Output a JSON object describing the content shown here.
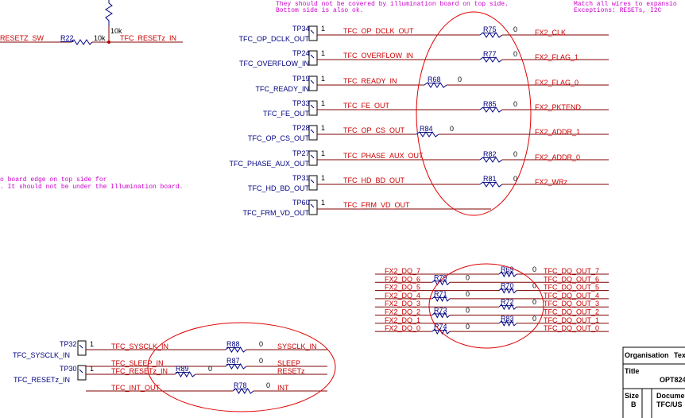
{
  "notes": {
    "top_center": [
      "They should not be covered by illumination board on top side.",
      "Bottom side is also ok."
    ],
    "top_right": [
      "Match all wires to expansio",
      "Exceptions: RESETs, I2C"
    ],
    "left_mid": [
      "o board edge on top side for",
      ". It should not be under the Illumination  board."
    ]
  },
  "reset_sw": {
    "net_left": "RESETZ_SW",
    "ref": "R22",
    "value": "10k",
    "pullup_value": "10k",
    "net_right": "TFC_RESETz_IN"
  },
  "main_block": [
    {
      "tp": "TP34",
      "pin": "1",
      "label": "TFC_OP_DCLK_OUT",
      "net": "TFC_OP_DCLK_OUT",
      "ref": "R75",
      "value": "0",
      "out": "FX2_CLK"
    },
    {
      "tp": "TP24",
      "pin": "1",
      "label": "TFC_OVERFLOW_IN",
      "net": "TFC_OVERFLOW_IN",
      "ref": "R77",
      "value": "0",
      "out": "FX2_FLAG_1"
    },
    {
      "tp": "TP19",
      "pin": "1",
      "label": "TFC_READY_IN",
      "net": "TFC_READY_IN",
      "ref": "R68",
      "value": "0",
      "out": "FX2_FLAG_0"
    },
    {
      "tp": "TP33",
      "pin": "1",
      "label": "TFC_FE_OUT",
      "net": "TFC_FE_OUT",
      "ref": "R85",
      "value": "0",
      "out": "FX2_PKTEND"
    },
    {
      "tp": "TP28",
      "pin": "1",
      "label": "TFC_OP_CS_OUT",
      "net": "TFC_OP_CS_OUT",
      "ref": "R84",
      "value": "0",
      "out": "FX2_ADDR_1"
    },
    {
      "tp": "TP27",
      "pin": "1",
      "label": "TFC_PHASE_AUX_OUT",
      "net": "TFC_PHASE_AUX_OUT",
      "ref": "R82",
      "value": "0",
      "out": "FX2_ADDR_0"
    },
    {
      "tp": "TP31",
      "pin": "1",
      "label": "TFC_HD_BD_OUT",
      "net": "TFC_HD_BD_OUT",
      "ref": "R81",
      "value": "0",
      "out": "FX2_WRz"
    },
    {
      "tp": "TP60",
      "pin": "1",
      "label": "TFC_FRM_VD_OUT",
      "net": "TFC_FRM_VD_OUT",
      "ref": "",
      "value": "",
      "out": ""
    }
  ],
  "dq_block": [
    {
      "in": "FX2_DQ_7",
      "ref": "R69",
      "value": "0",
      "out": "TFC_DQ_OUT_7"
    },
    {
      "in": "FX2_DQ_6",
      "ref": "R79",
      "value": "0",
      "out": "TFC_DQ_OUT_6"
    },
    {
      "in": "FX2_DQ_5",
      "ref": "R70",
      "value": "0",
      "out": "TFC_DQ_OUT_5"
    },
    {
      "in": "FX2_DQ_4",
      "ref": "R71",
      "value": "0",
      "out": "TFC_DQ_OUT_4"
    },
    {
      "in": "FX2_DQ_3",
      "ref": "R72",
      "value": "0",
      "out": "TFC_DQ_OUT_3"
    },
    {
      "in": "FX2_DQ_2",
      "ref": "R73",
      "value": "0",
      "out": "TFC_DQ_OUT_2"
    },
    {
      "in": "FX2_DQ_1",
      "ref": "R83",
      "value": "0",
      "out": "TFC_DQ_OUT_1"
    },
    {
      "in": "FX2_DQ_0",
      "ref": "R74",
      "value": "0",
      "out": "TFC_DQ_OUT_0"
    }
  ],
  "clk_block": {
    "testpoints": [
      {
        "tp": "TP32",
        "pin": "1",
        "label": "TFC_SYSCLK_IN"
      },
      {
        "tp": "TP30",
        "pin": "1",
        "label": "TFC_RESETz_IN"
      }
    ],
    "rows": [
      {
        "net": "TFC_SYSCLK_IN",
        "ref": "R88",
        "value": "0",
        "out": "SYSCLK_IN"
      },
      {
        "net": "TFC_SLEEP_IN",
        "ref": "R87",
        "value": "0",
        "out": "SLEEP"
      },
      {
        "net": "TFC_RESETz_IN",
        "ref": "R89",
        "value": "0",
        "out": "RESETz"
      },
      {
        "net": "TFC_INT_OUT",
        "ref": "R78",
        "value": "0",
        "out": "INT"
      }
    ]
  },
  "title_block": {
    "organisation_label": "Organisation",
    "organisation_value": "Tex",
    "title_label": "Title",
    "title_value": "OPT824",
    "size_label": "Size",
    "size_value": "B",
    "document_label": "Docume",
    "document_value": "TFC/US"
  }
}
